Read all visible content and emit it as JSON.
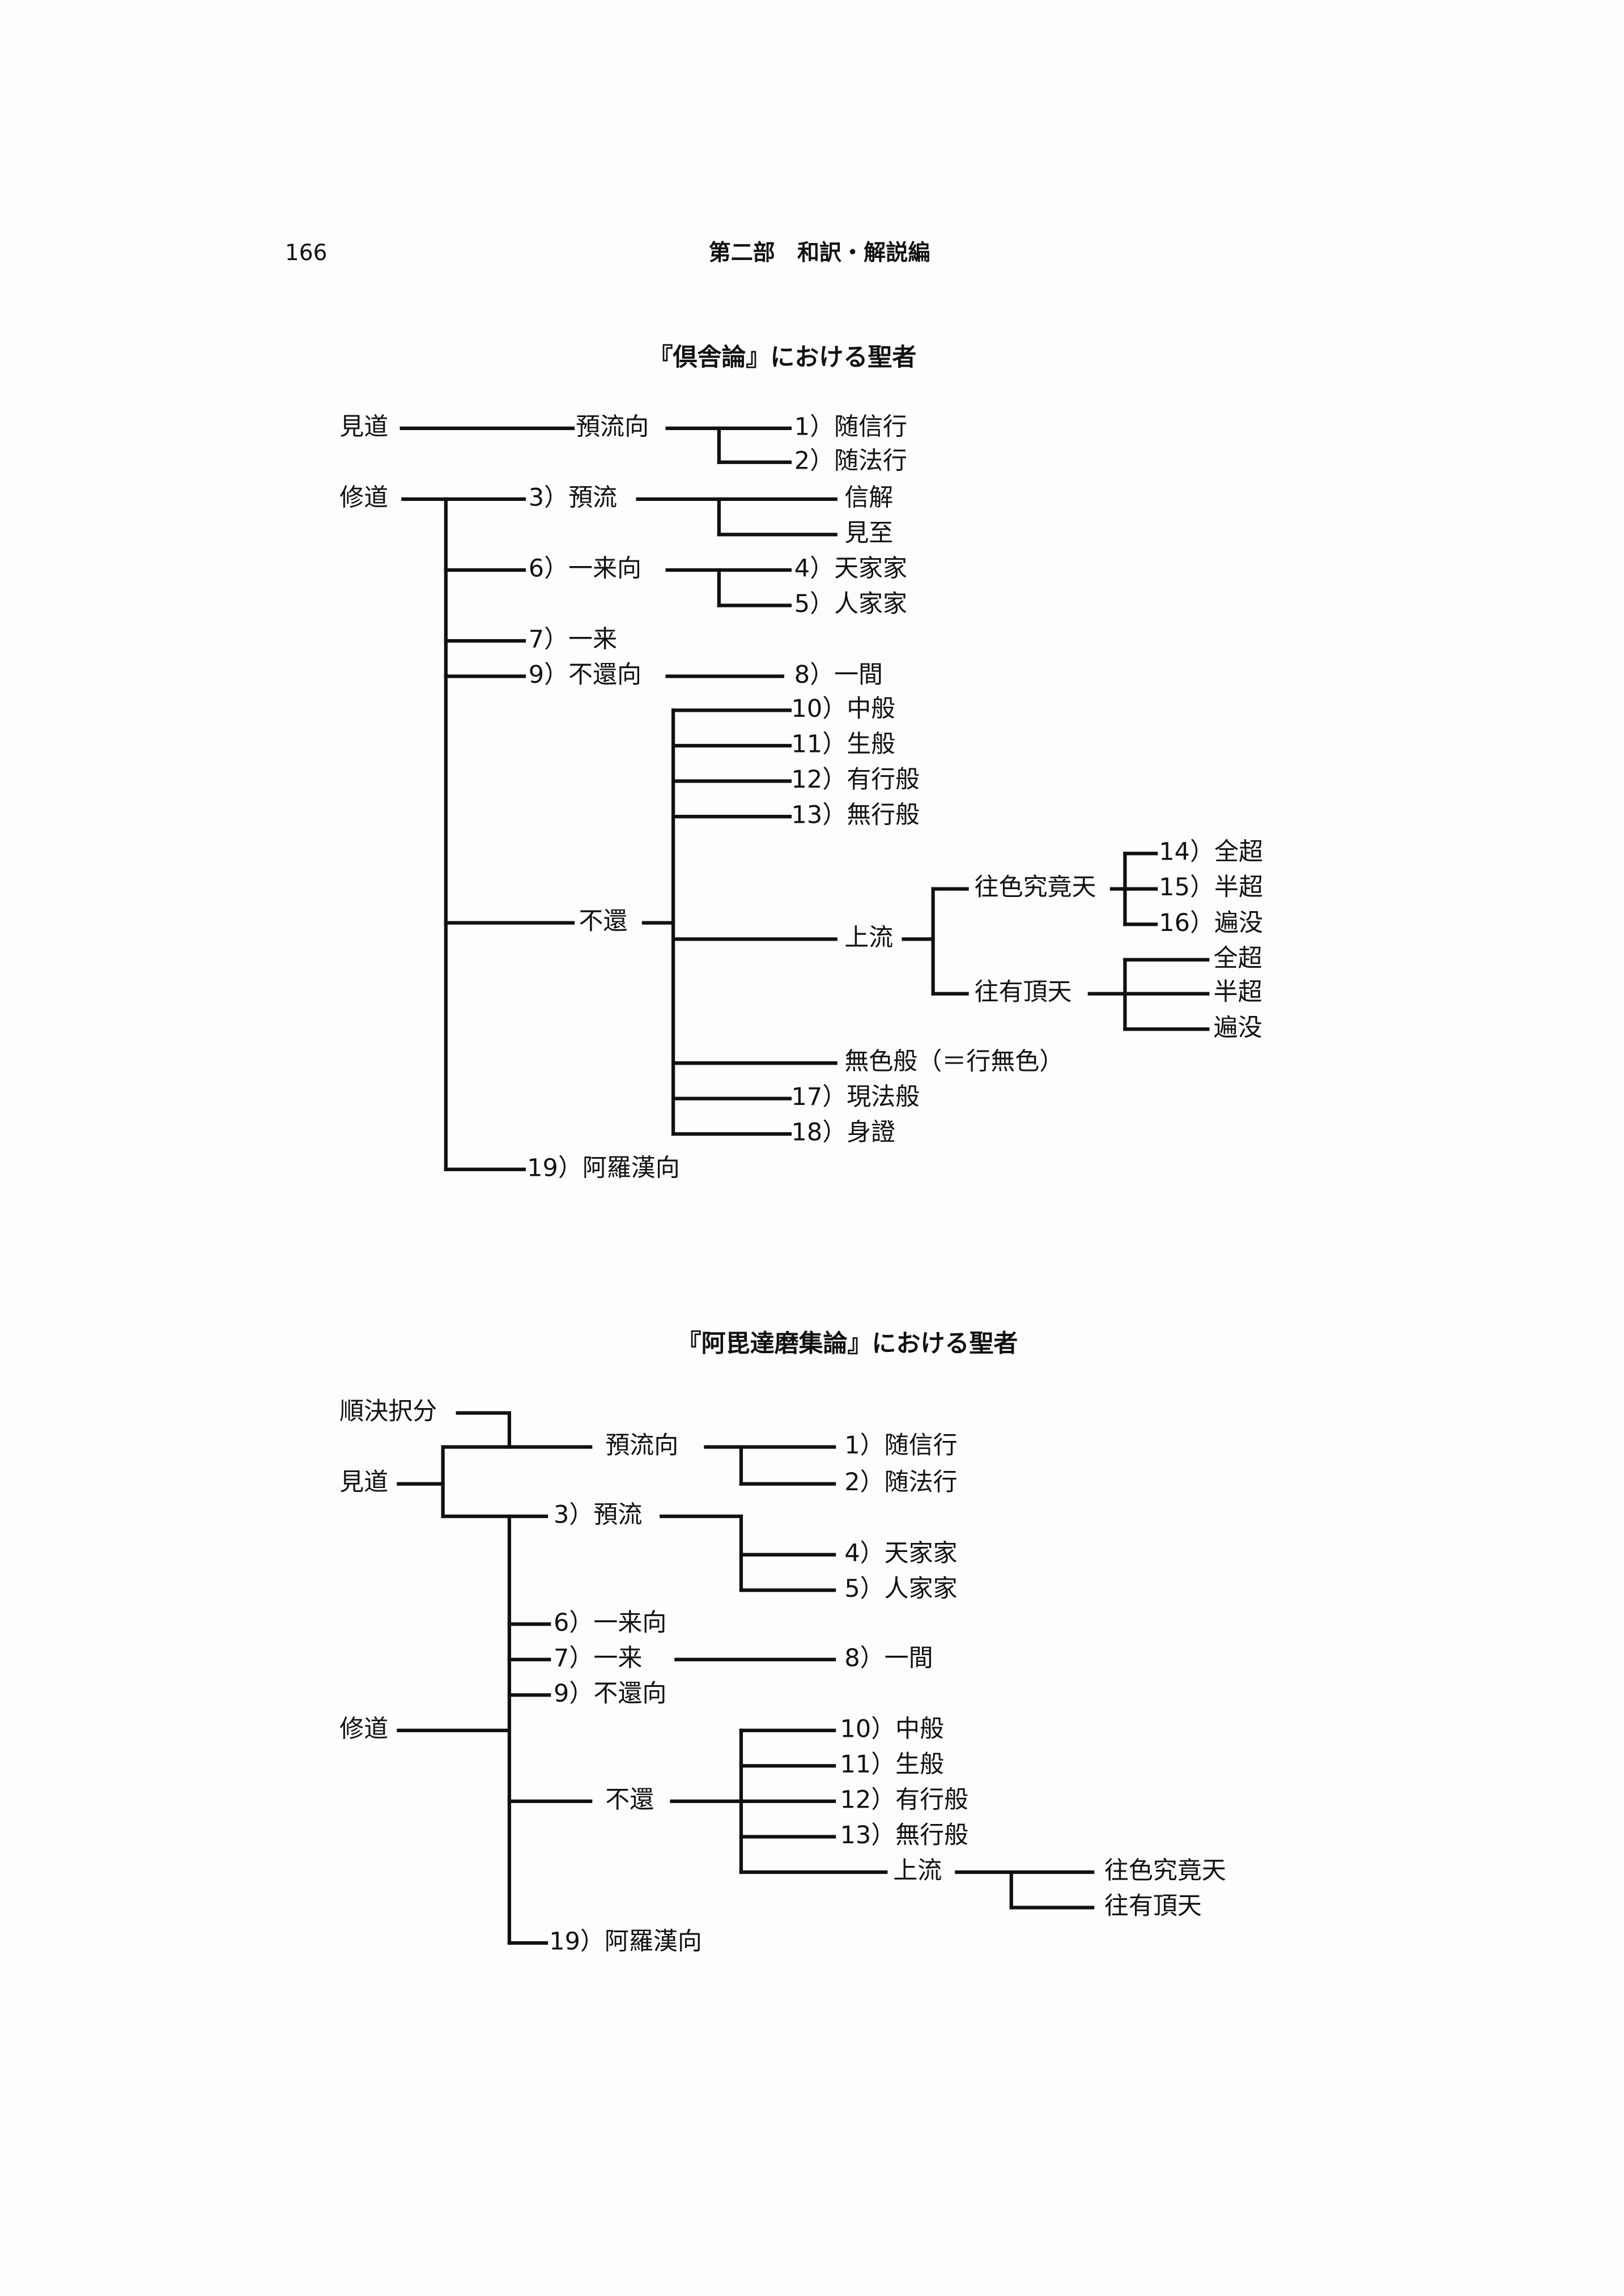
{
  "header": {
    "page_number": "166",
    "running_title": "第二部　和訳・解説編"
  },
  "kusharon": {
    "title": "『倶舎論』における聖者",
    "kendo": "見道",
    "shudo": "修道",
    "yoruko": "預流向",
    "n1": "1）随信行",
    "n2": "2）随法行",
    "n3": "3）預流",
    "shinge": "信解",
    "kenshi": "見至",
    "n6": "6）一来向",
    "n4": "4）天家家",
    "n5": "5）人家家",
    "n7": "7）一来",
    "n9": "9）不還向",
    "n8": "8）一間",
    "fugen": "不還",
    "n10": "10）中般",
    "n11": "11）生般",
    "n12": "12）有行般",
    "n13": "13）無行般",
    "joru": "上流",
    "oshiki": "往色究竟天",
    "n14": "14）全超",
    "n15": "15）半超",
    "n16": "16）遍没",
    "ou": "往有頂天",
    "zencho": "全超",
    "hancho": "半超",
    "henmotsu": "遍没",
    "mushiki": "無色般（＝行無色）",
    "n17": "17）現法般",
    "n18": "18）身證",
    "n19": "19）阿羅漢向"
  },
  "abhidharma": {
    "title": "『阿毘達磨集論』における聖者",
    "junketsu": "順決択分",
    "kendo": "見道",
    "shudo": "修道",
    "yoruko": "預流向",
    "n1": "1）随信行",
    "n2": "2）随法行",
    "n3": "3）預流",
    "n4": "4）天家家",
    "n5": "5）人家家",
    "n6": "6）一来向",
    "n7": "7）一来",
    "n8": "8）一間",
    "n9": "9）不還向",
    "fugen": "不還",
    "n10": "10）中般",
    "n11": "11）生般",
    "n12": "12）有行般",
    "n13": "13）無行般",
    "joru": "上流",
    "oshiki": "往色究竟天",
    "ou": "往有頂天",
    "n19": "19）阿羅漢向"
  }
}
